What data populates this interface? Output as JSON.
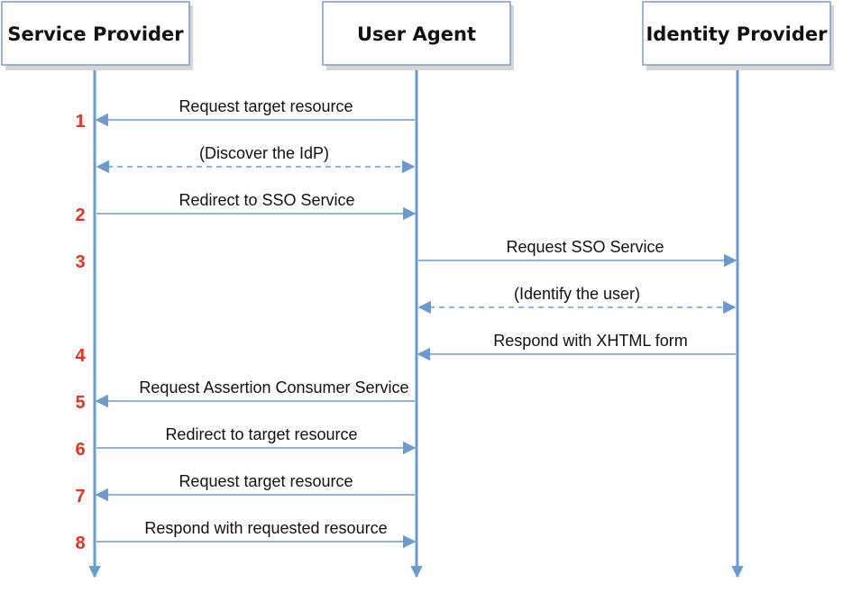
{
  "colors": {
    "line": "#6a9ad0",
    "step_number": "#e8311f",
    "box_border": "#7a9cc6"
  },
  "actors": [
    {
      "id": "sp",
      "label": "Service Provider"
    },
    {
      "id": "ua",
      "label": "User Agent"
    },
    {
      "id": "idp",
      "label": "Identity Provider"
    }
  ],
  "messages": [
    {
      "from": "ua",
      "to": "sp",
      "label": "Request target resource",
      "step": "1",
      "style": "solid"
    },
    {
      "from": "sp",
      "to": "ua",
      "label": "(Discover the IdP)",
      "step": "",
      "style": "dashed",
      "bidirectional": true
    },
    {
      "from": "sp",
      "to": "ua",
      "label": "Redirect to SSO Service",
      "step": "2",
      "style": "solid"
    },
    {
      "from": "ua",
      "to": "idp",
      "label": "Request SSO Service",
      "step": "3",
      "style": "solid"
    },
    {
      "from": "ua",
      "to": "idp",
      "label": "(Identify the user)",
      "step": "",
      "style": "dashed",
      "bidirectional": true
    },
    {
      "from": "idp",
      "to": "ua",
      "label": "Respond with XHTML form",
      "step": "4",
      "style": "solid"
    },
    {
      "from": "ua",
      "to": "sp",
      "label": "Request Assertion Consumer Service",
      "step": "5",
      "style": "solid"
    },
    {
      "from": "sp",
      "to": "ua",
      "label": "Redirect to target resource",
      "step": "6",
      "style": "solid"
    },
    {
      "from": "ua",
      "to": "sp",
      "label": "Request target resource",
      "step": "7",
      "style": "solid"
    },
    {
      "from": "sp",
      "to": "ua",
      "label": "Respond with requested resource",
      "step": "8",
      "style": "solid"
    }
  ]
}
